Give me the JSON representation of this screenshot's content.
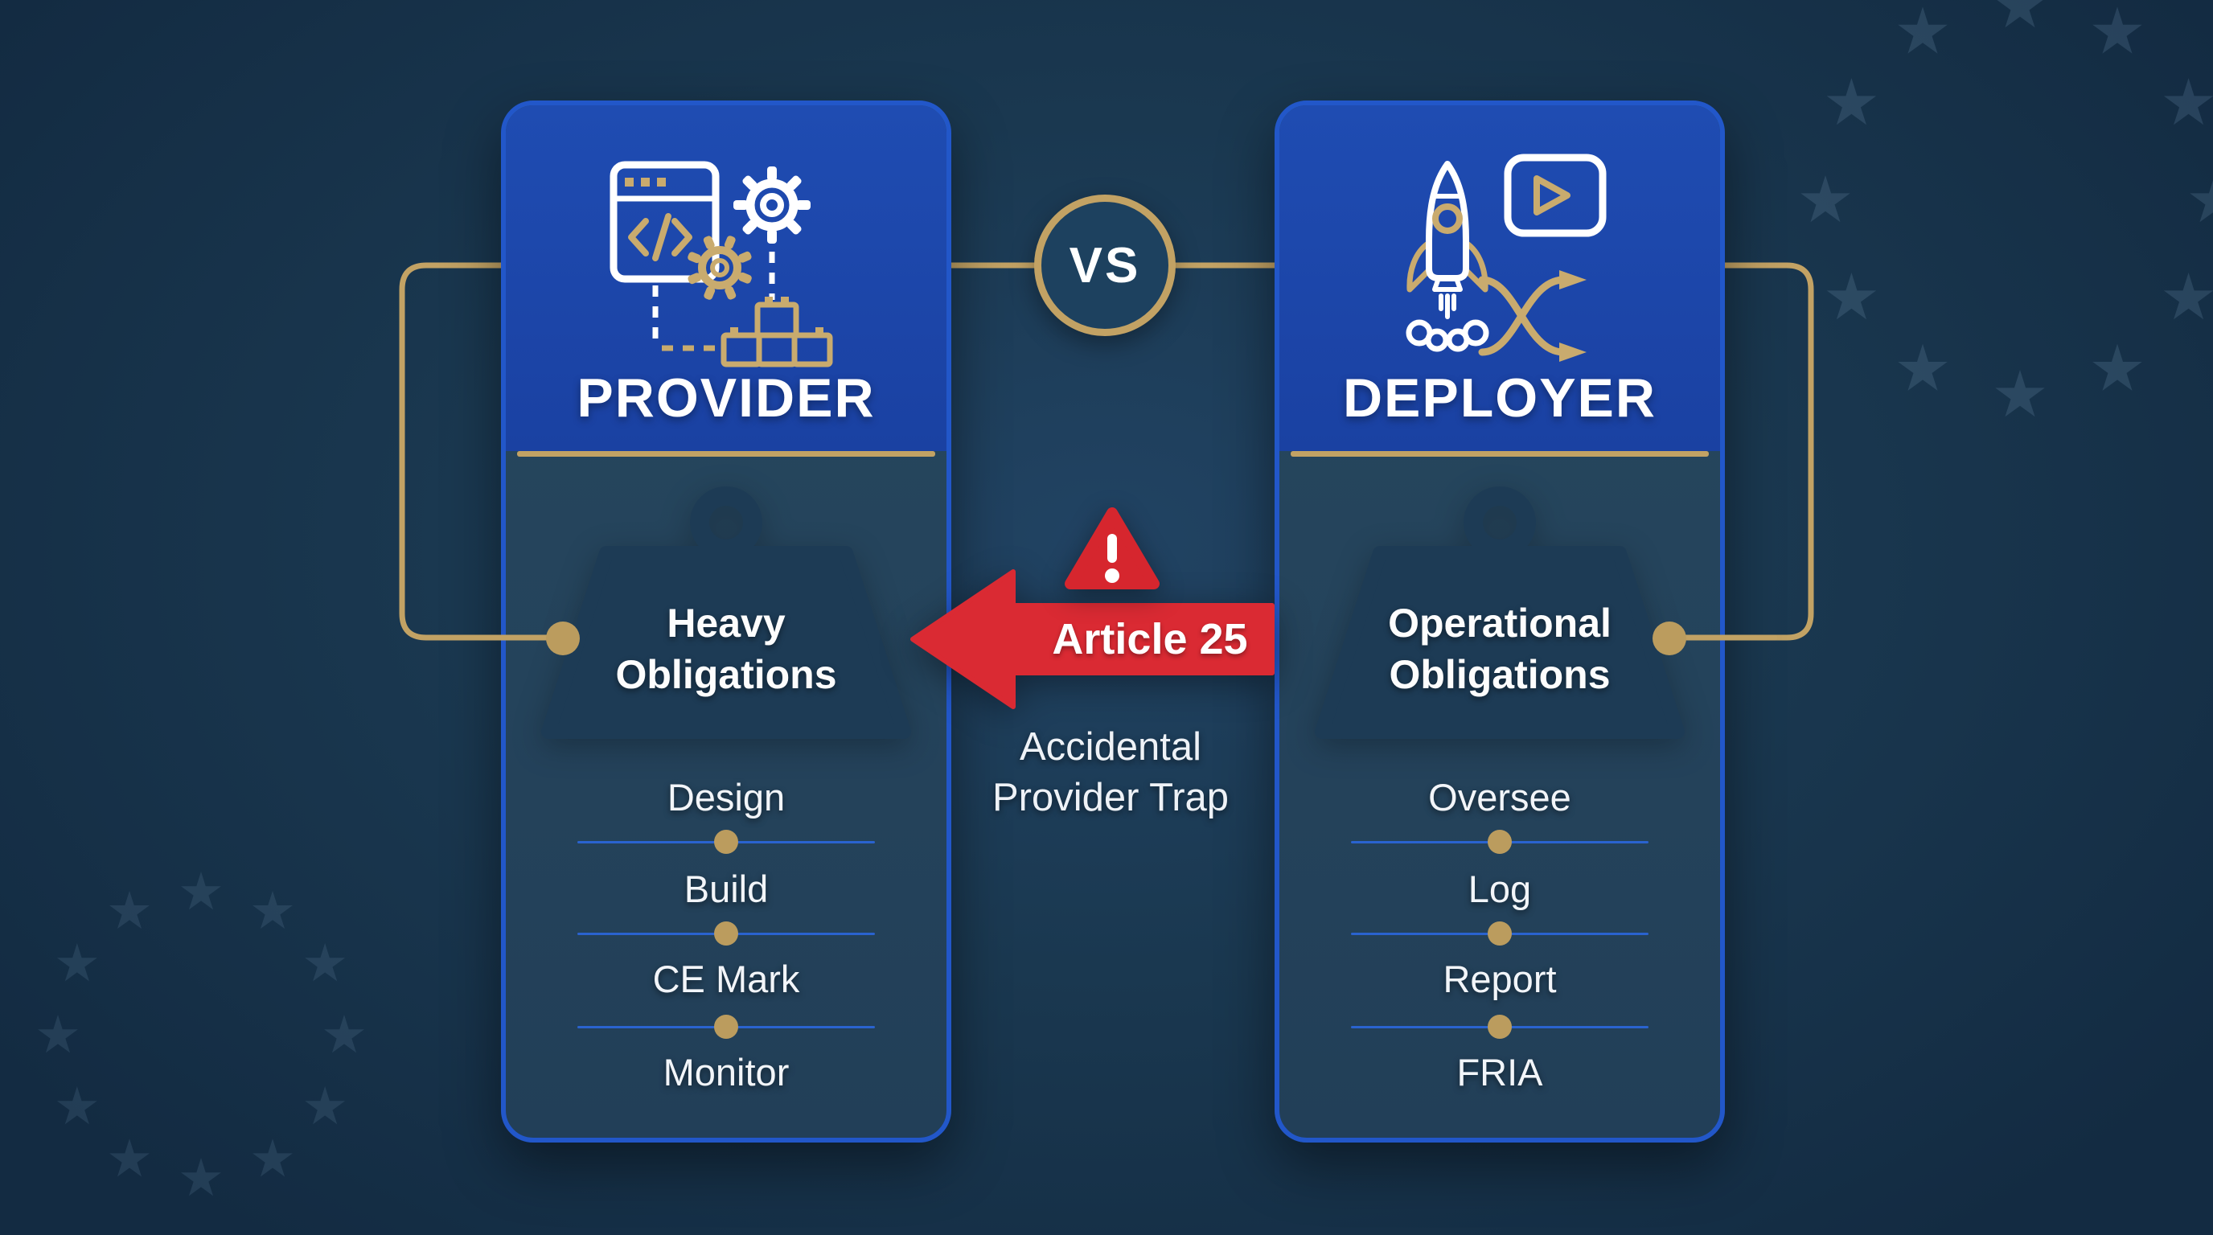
{
  "left_card": {
    "title": "PROVIDER",
    "weight_lines": [
      "Heavy",
      "Obligations"
    ],
    "items": [
      "Design",
      "Build",
      "CE Mark",
      "Monitor"
    ],
    "header_icons": [
      "code-window-icon",
      "gear-icon",
      "gear-icon-gold",
      "building-blocks-icon"
    ]
  },
  "right_card": {
    "title": "DEPLOYER",
    "weight_lines": [
      "Operational",
      "Obligations"
    ],
    "items": [
      "Oversee",
      "Log",
      "Report",
      "FRIA"
    ],
    "header_icons": [
      "rocket-icon",
      "video-play-icon",
      "shuffle-arrows-icon"
    ]
  },
  "center": {
    "vs_label": "VS",
    "arrow_label": "Article 25",
    "warning_glyph": "!",
    "trap_line1": "Accidental",
    "trap_line2": "Provider Trap"
  },
  "colors": {
    "background_navy": "#1a3850",
    "card_header_blue": "#1d47ab",
    "card_body_navy": "#25465f",
    "card_border_blue": "#2257c9",
    "gold": "#c2a264",
    "gold_dot": "#bb9c5e",
    "divider_blue": "#2a63cf",
    "alert_red": "#d6262e",
    "arrow_red": "#da2a33",
    "weight_silhouette": "#1d3b55",
    "eu_star_faint": "#2e4e69",
    "text_white": "#ffffff"
  }
}
